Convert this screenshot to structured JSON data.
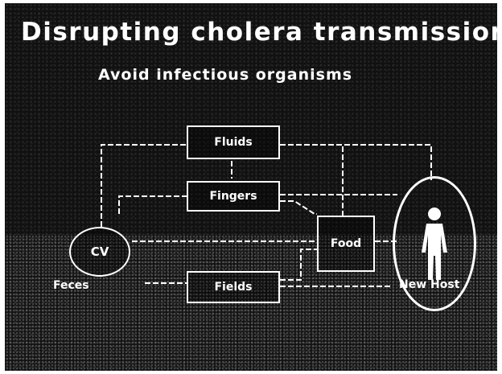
{
  "title": "Disrupting cholera transmission",
  "subtitle": "Avoid infectious organisms",
  "nodes": {
    "source": {
      "label": "CV",
      "caption": "Feces"
    },
    "fluids": "Fluids",
    "fingers": "Fingers",
    "fields": "Fields",
    "food": "Food",
    "host": {
      "caption": "New Host",
      "icon": "person-icon"
    }
  },
  "colors": {
    "background": "#111111",
    "foreground": "#ffffff"
  }
}
